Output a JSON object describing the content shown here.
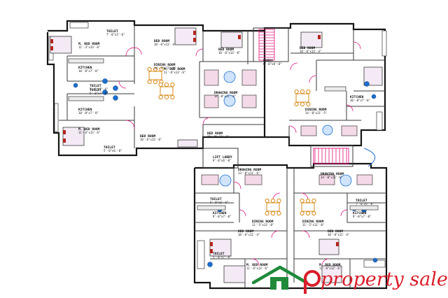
{
  "colors": {
    "wall": "#151515",
    "inner": "#3a3a3a",
    "door": "#d7007a",
    "furniture": "#d48a17",
    "fixture": "#1d6fd0",
    "stair": "#e5147c",
    "logo_green": "#1f8a3a",
    "logo_red": "#d81e2a"
  },
  "rooms": {
    "r01": {
      "name": "M. BED ROOM",
      "size": "11'-3\"x13'-6\""
    },
    "r02": {
      "name": "TOILET",
      "size": "7'-0\"x5'-6\""
    },
    "r03": {
      "name": "BED ROOM",
      "size": "10'-6\"x11'-4\""
    },
    "r04": {
      "name": "BED ROOM",
      "size": "10'-6\"x13'-8\""
    },
    "r05": {
      "name": "BED ROOM",
      "size": "10'-6\"x13'-4\""
    },
    "r06": {
      "name": "M. BED ROOM",
      "size": "11'-6\"x13'-6\""
    },
    "r07": {
      "name": "KITCHEN",
      "size": "10'-0\"x7'-0\""
    },
    "r08": {
      "name": "DINING ROOM",
      "size": "14'-7\"x17'-8\""
    },
    "r09": {
      "name": "LOBBY",
      "size": "6'-0\"x8'-0\""
    },
    "r10": {
      "name": "TOILET",
      "size": "5'-0\"x7'-6\""
    },
    "r11": {
      "name": "TOILET",
      "size": "5'-0\"x7'-0\""
    },
    "r12": {
      "name": "DRAWING ROOM",
      "size": "14'-0\"x11'-6\""
    },
    "r13": {
      "name": "KITCHEN",
      "size": "10'-0\"x7'-0\""
    },
    "r14": {
      "name": "KITCHEN",
      "size": "10'-0\"x7'-0\""
    },
    "r15": {
      "name": "DINING ROOM",
      "size": "14'-0\"x11'-5\""
    },
    "r16": {
      "name": "M. BED ROOM",
      "size": "11'-6\"x13'-6\""
    },
    "r17": {
      "name": "BED ROOM",
      "size": "10'-6\"x13'-6\""
    },
    "r18": {
      "name": "BED ROOM",
      "size": "10'-8\"x11'-6\""
    },
    "r19": {
      "name": "TOILET",
      "size": "5'-0\"x6'-0\""
    },
    "r20": {
      "name": "LIFT LOBBY",
      "size": "9'-0\"x6'-0\""
    },
    "r21": {
      "name": "DRAWING ROOM",
      "size": "13'-0\"x11'-6\""
    },
    "r22": {
      "name": "DRAWING ROOM",
      "size": "14'-0\"x11'-6\""
    },
    "r23": {
      "name": "TOILET",
      "size": "5'-0\"x6'-6\""
    },
    "r24": {
      "name": "TOILET",
      "size": "7'-0\"x5'-6\""
    },
    "r25": {
      "name": "KITCHEN",
      "size": "9'-0\"x7'-0\""
    },
    "r26": {
      "name": "KITCHEN",
      "size": "9'-0\"x7'-0\""
    },
    "r27": {
      "name": "DINING ROOM",
      "size": "11'-5\"x11'-0\""
    },
    "r28": {
      "name": "DINING ROOM",
      "size": "11'-5\"x11'-0\""
    },
    "r29": {
      "name": "BED ROOM",
      "size": "10'-6\"x11'-4\""
    },
    "r30": {
      "name": "BED ROOM",
      "size": "10'-8\"x11'-4\""
    },
    "r31": {
      "name": "TOILET",
      "size": "5'-0\"x7'-0\""
    },
    "r32": {
      "name": "M. BED ROOM",
      "size": "11'-6\"x13'-6\""
    },
    "r33": {
      "name": "M. BED ROOM",
      "size": "11'-6\"x13'-6\""
    }
  },
  "logo": {
    "text": "property sale",
    "icon": "house-roof-icon"
  }
}
